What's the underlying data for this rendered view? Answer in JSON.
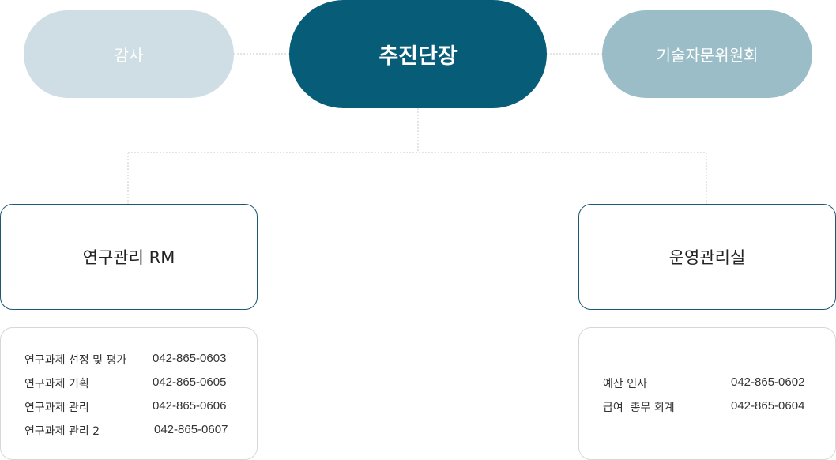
{
  "top": {
    "audit_label": "감사",
    "head_label": "추진단장",
    "advisory_label": "기술자문위원회"
  },
  "departments": {
    "rm": {
      "title": "연구관리 RM",
      "contacts": [
        {
          "task": "연구과제 선정 및 평가",
          "phone": "042-865-0603"
        },
        {
          "task": "연구과제 기획",
          "phone": "042-865-0605"
        },
        {
          "task": "연구과제 관리",
          "phone": "042-865-0606"
        },
        {
          "task": "연구과제 관리 2",
          "phone": "042-865-0607"
        }
      ]
    },
    "ops": {
      "title": "운영관리실",
      "contacts": [
        {
          "task": "예산 인사",
          "phone": "042-865-0602"
        },
        {
          "task": "급여  총무 회계",
          "phone": "042-865-0604"
        }
      ]
    }
  },
  "colors": {
    "head": "#075c78",
    "audit": "#cfdee4",
    "advisory": "#9bbdc8",
    "dept_border": "#1f5872",
    "connector": "#c8c8c8"
  }
}
